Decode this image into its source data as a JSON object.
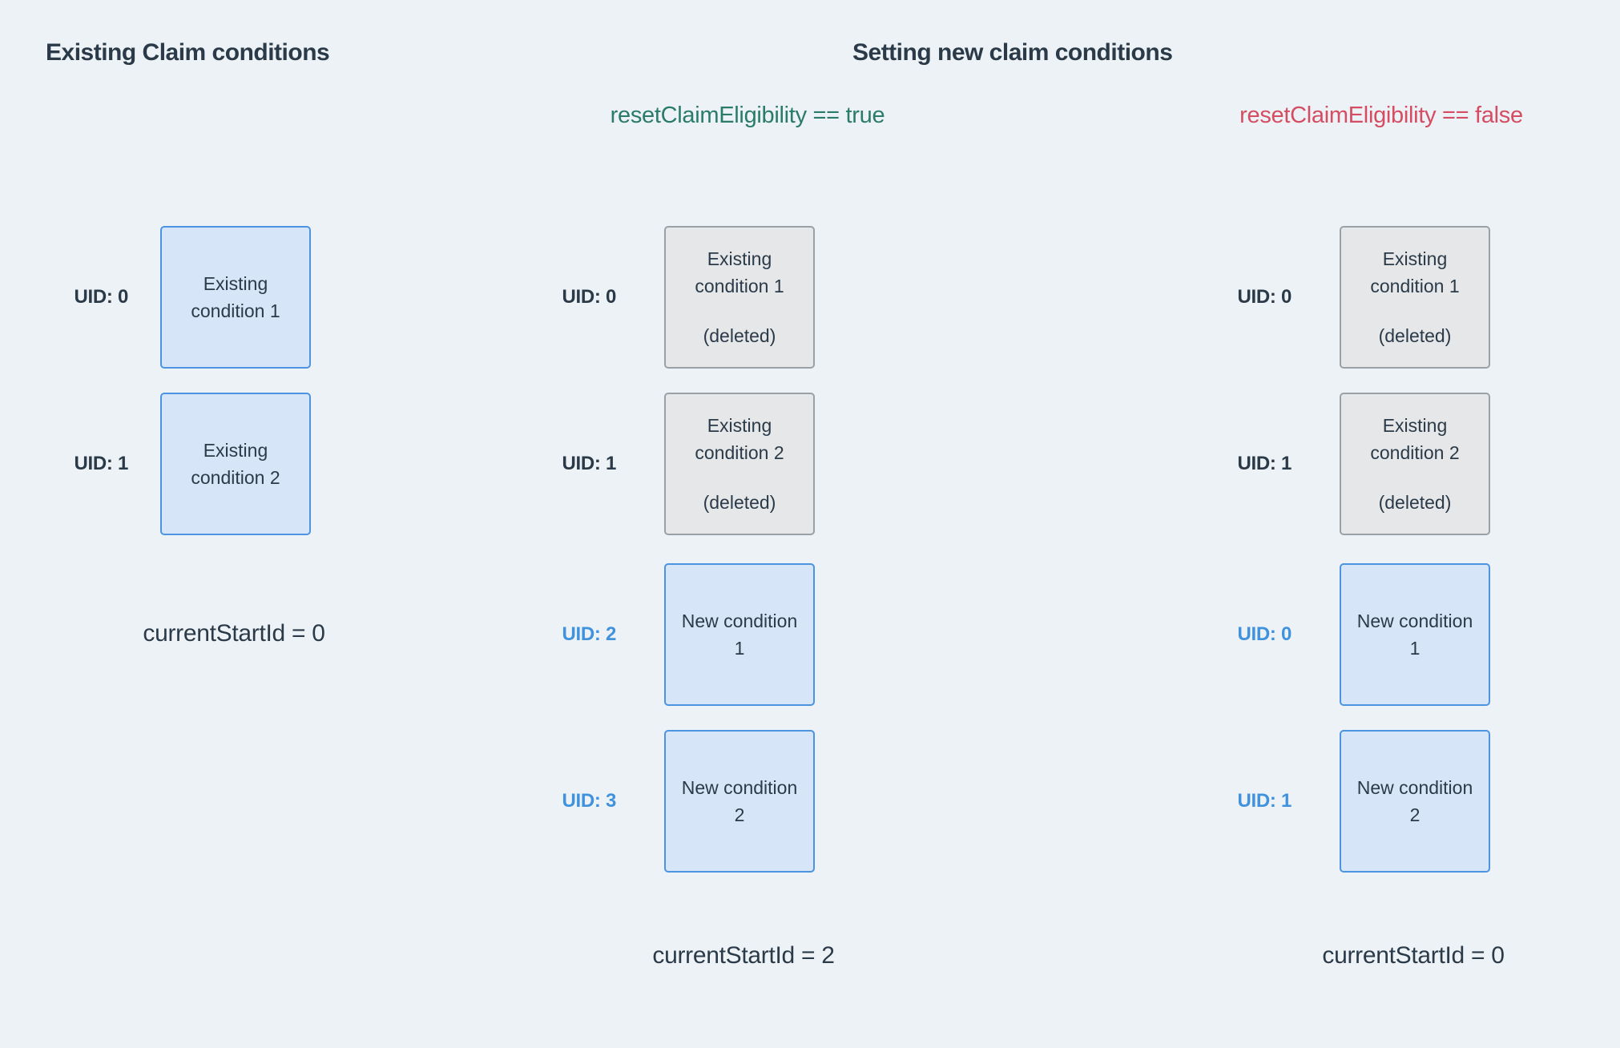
{
  "header": {
    "left_title": "Existing Claim conditions",
    "section_title": "Setting new claim conditions",
    "condition_true": "resetClaimEligibility == true",
    "condition_false": "resetClaimEligibility == false"
  },
  "colors": {
    "background": "#edf2f6",
    "heading": "#2b3a48",
    "true_green": "#2a7c68",
    "false_red": "#d54d62",
    "uid_blue": "#4192dd",
    "box_blue_fill": "#d6e6f8",
    "box_blue_border": "#4c93e2",
    "box_gray_fill": "#e5e7e9",
    "box_gray_border": "#99a1a7"
  },
  "columns": {
    "existing": {
      "rows": [
        {
          "uid": "UID: 0",
          "line1": "Existing",
          "line2": "condition 1"
        },
        {
          "uid": "UID: 1",
          "line1": "Existing",
          "line2": "condition 2"
        }
      ],
      "footer": "currentStartId = 0"
    },
    "reset_true": {
      "rows": [
        {
          "uid": "UID: 0",
          "line1": "Existing",
          "line2": "condition 1",
          "note": "(deleted)"
        },
        {
          "uid": "UID: 1",
          "line1": "Existing",
          "line2": "condition 2",
          "note": "(deleted)"
        },
        {
          "uid": "UID: 2",
          "line1": "New condition",
          "line2": "1"
        },
        {
          "uid": "UID: 3",
          "line1": "New condition",
          "line2": "2"
        }
      ],
      "footer": "currentStartId = 2"
    },
    "reset_false": {
      "rows": [
        {
          "uid": "UID: 0",
          "line1": "Existing",
          "line2": "condition 1",
          "note": "(deleted)"
        },
        {
          "uid": "UID: 1",
          "line1": "Existing",
          "line2": "condition 2",
          "note": "(deleted)"
        },
        {
          "uid": "UID: 0",
          "line1": "New condition",
          "line2": "1"
        },
        {
          "uid": "UID: 1",
          "line1": "New condition",
          "line2": "2"
        }
      ],
      "footer": "currentStartId = 0"
    }
  }
}
